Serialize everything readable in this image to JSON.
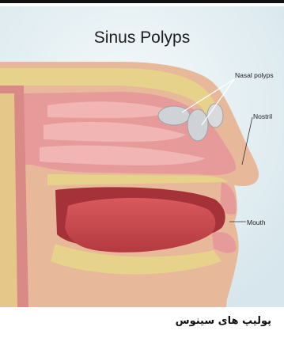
{
  "diagram": {
    "title": "Sinus Polyps",
    "labels": {
      "nasal_polyps": "Nasal polyps",
      "nostril": "Nostril",
      "mouth": "Mouth"
    },
    "caption": "پولیپ های سینوس"
  },
  "colors": {
    "background": "#e4eef2",
    "skin": "#e8b89a",
    "bone": "#e6d28a",
    "airway": "#e79a9a",
    "tongue": "#c4454a",
    "polyp": "#cfd2d6"
  }
}
